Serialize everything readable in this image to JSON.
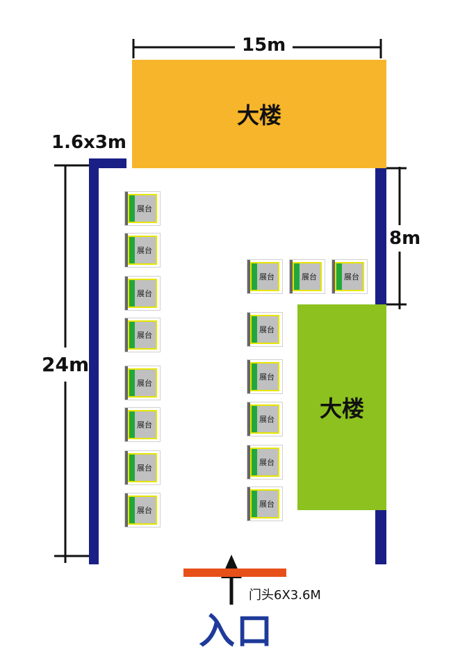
{
  "dimensions": {
    "width_label": "15m",
    "gate_size_label": "1.6x3m",
    "side_label": "8m",
    "length_label": "24m",
    "door_label": "门头6X3.6M"
  },
  "buildings": {
    "top_label": "大楼",
    "right_label": "大楼"
  },
  "booth_label": "展台",
  "entrance_label": "入口",
  "colors": {
    "wall": "#1a1f85",
    "building_top": "#f7b52b",
    "building_right": "#8cc11f",
    "door": "#e8501a",
    "entrance_text": "#1e3a9a"
  }
}
